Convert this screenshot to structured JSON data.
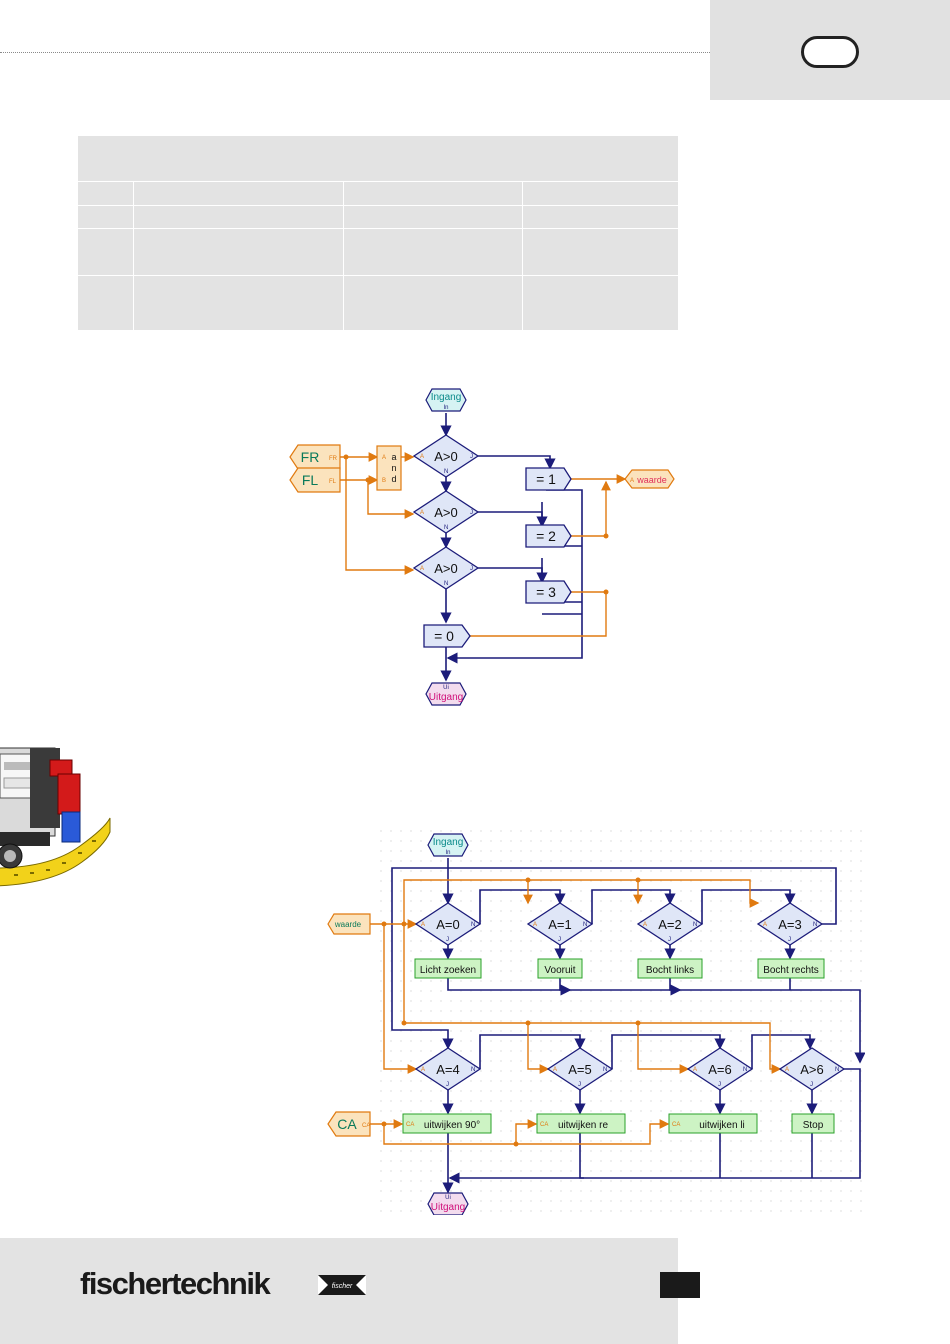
{
  "flow1": {
    "ingang_label": "Ingang",
    "ingang_port": "In",
    "uitgang_label": "Uitgang",
    "uitgang_port": "Ui",
    "input_fr": "FR",
    "input_fr_port": "FR",
    "input_fl": "FL",
    "input_fl_port": "FL",
    "and_lines": [
      "a",
      "n",
      "d"
    ],
    "port_a": "A",
    "port_b": "B",
    "port_j": "J",
    "port_n": "N",
    "cond_1": "A>0",
    "cond_2": "A>0",
    "cond_3": "A>0",
    "assign_1": "=  1",
    "assign_2": "=  2",
    "assign_3": "=  3",
    "assign_0": "=  0",
    "output_var": "waarde",
    "output_var_port": "A"
  },
  "flow2": {
    "ingang_label": "Ingang",
    "ingang_port": "In",
    "uitgang_label": "Uitgang",
    "uitgang_port": "Ui",
    "input_var": "waarde",
    "input_ca": "CA",
    "input_ca_port": "CA",
    "port_a": "A",
    "port_j": "J",
    "port_n": "N",
    "port_ca": "CA",
    "conditions_row1": [
      "A=0",
      "A=1",
      "A=2",
      "A=3"
    ],
    "conditions_row2": [
      "A=4",
      "A=5",
      "A=6",
      "A>6"
    ],
    "actions_row1": [
      "Licht zoeken",
      "Vooruit",
      "Bocht links",
      "Bocht rechts"
    ],
    "actions_row2": [
      "uitwijken 90°",
      "uitwijken re",
      "uitwijken li",
      "Stop"
    ]
  },
  "footer": {
    "brand": "fischertechnik",
    "badge_text": "fischer"
  },
  "colors": {
    "flow_blue": "#1c1c7a",
    "wire_orange": "#e07a10",
    "block_fill": "#dfe6f7",
    "green_fill": "#cdf3c4",
    "input_fill": "#fbe3bd"
  }
}
